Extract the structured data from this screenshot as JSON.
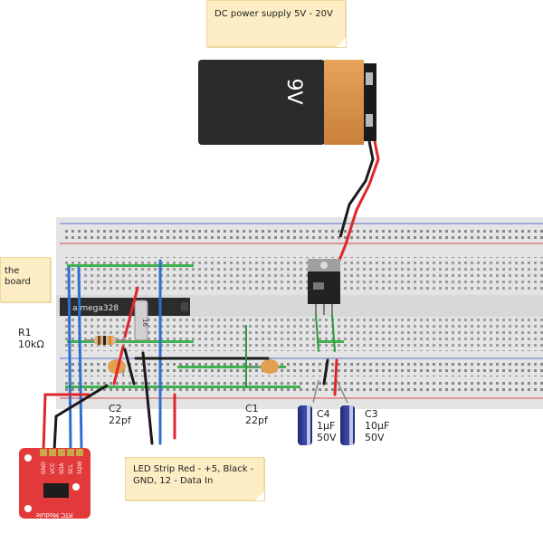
{
  "notes": {
    "power": "DC power supply 5V - 20V",
    "breadboard_left_1": "the",
    "breadboard_left_2": "board",
    "led_strip": "LED Strip Red - +5, Black - GND, 12 - Data In"
  },
  "battery": {
    "voltage_label": "9V"
  },
  "chip": {
    "label": "a mega328"
  },
  "crystal": {
    "label": "16"
  },
  "components": {
    "r1_name": "R1",
    "r1_value": "10kΩ",
    "c2_name": "C2",
    "c2_value": "22pf",
    "c1_name": "C1",
    "c1_value": "22pf",
    "c4_name": "C4",
    "c4_value": "1μF",
    "c4_voltage": "50V",
    "c3_name": "C3",
    "c3_value": "10μF",
    "c3_voltage": "50V"
  },
  "rtc": {
    "title": "RTC Module",
    "pins": [
      "GND",
      "VCC",
      "SDA",
      "SCL",
      "SQW"
    ]
  },
  "colors": {
    "wire_red": "#e0262b",
    "wire_black": "#1a1a1a",
    "wire_blue": "#2f6fd1",
    "wire_green": "#2b9a3e",
    "battery_orange": "#dd9447",
    "rtc_red": "#e23a3a"
  }
}
